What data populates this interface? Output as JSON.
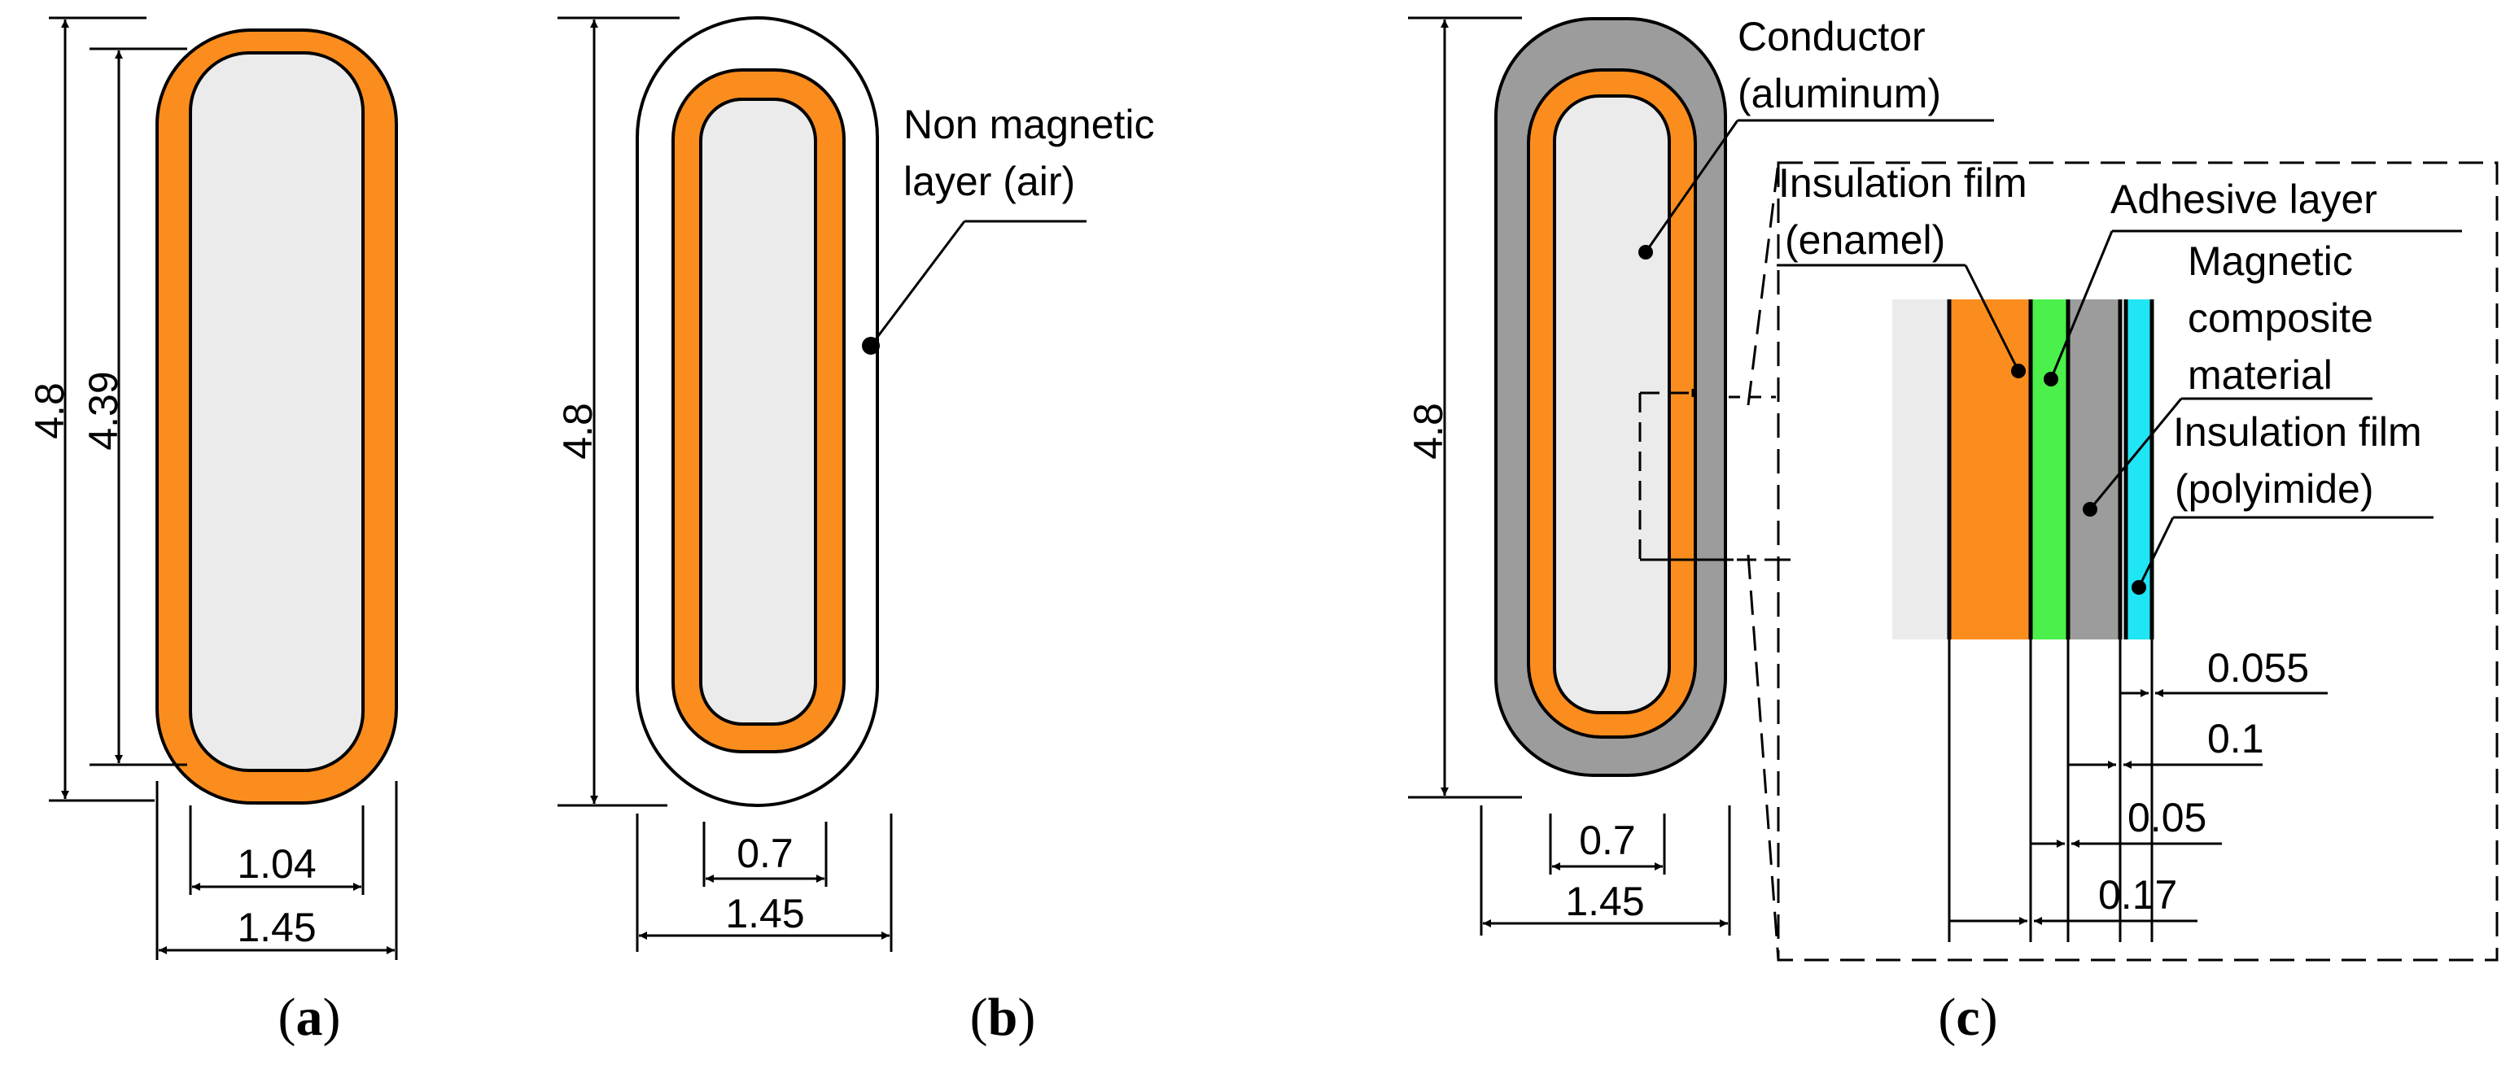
{
  "colors": {
    "conductor": "#ebebeb",
    "enamel": "#fb8d1e",
    "magnetic": "#9c9c9c",
    "adhesive": "#4bf04b",
    "polyimide": "#1fe5f5",
    "highlight_text": "#ff2424",
    "line": "#000000"
  },
  "panel_a": {
    "dim_outer_height": "4.8",
    "dim_inner_height": "4.39",
    "dim_inner_width": "1.04",
    "dim_outer_width": "1.45",
    "caption": {
      "open": "(",
      "letter": "a",
      "close": ")"
    }
  },
  "panel_b": {
    "dim_height": "4.8",
    "dim_inner_width": "0.7",
    "dim_outer_width": "1.45",
    "label_line1": "Non magnetic",
    "label_line2": "layer (air)",
    "caption": {
      "open": "(",
      "letter": "b",
      "close": ")"
    }
  },
  "panel_c": {
    "dim_height": "4.8",
    "dim_inner_width": "0.7",
    "dim_outer_width": "1.45",
    "conductor_line1": "Conductor",
    "conductor_line2": "(aluminum)",
    "caption": {
      "open": "(",
      "letter": "c",
      "close": ")"
    }
  },
  "detail": {
    "enamel_line1": "Insulation film",
    "enamel_line2": "(enamel)",
    "adhesive": "Adhesive layer",
    "magnetic_line1": "Magnetic",
    "magnetic_line2": "composite",
    "magnetic_line3": "material",
    "polyimide_line1": "Insulation film",
    "polyimide_line2": "(polyimide)",
    "thickness_polyimide": "0.055",
    "thickness_magnetic": "0.1",
    "thickness_adhesive": "0.05",
    "thickness_enamel": "0.17"
  }
}
